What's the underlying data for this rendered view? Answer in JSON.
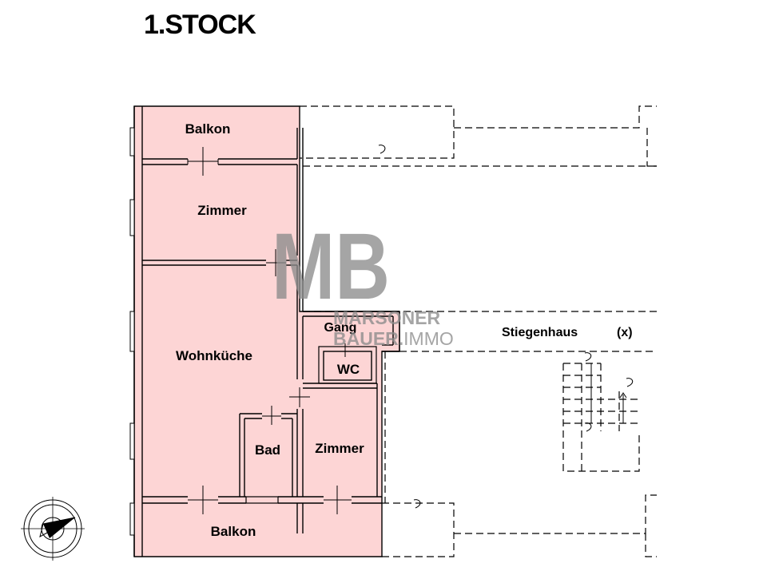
{
  "title": "1.STOCK",
  "rooms": {
    "balkon_top": "Balkon",
    "zimmer_top": "Zimmer",
    "wohnkueche": "Wohnküche",
    "gang": "Gang",
    "wc": "WC",
    "bad": "Bad",
    "zimmer_bottom": "Zimmer",
    "balkon_bottom": "Balkon"
  },
  "stairwell": {
    "label": "Stiegenhaus",
    "marker": "(x)"
  },
  "watermark": {
    "logo": "MB",
    "line1": "MARSONER",
    "line2_bold": "BAUER.",
    "line2_thin": "IMMO"
  },
  "colors": {
    "unit_fill": "#fdd5d5",
    "line": "#000000",
    "watermark": "#8c8c8c"
  },
  "icons": [
    "compass-rose-icon"
  ]
}
